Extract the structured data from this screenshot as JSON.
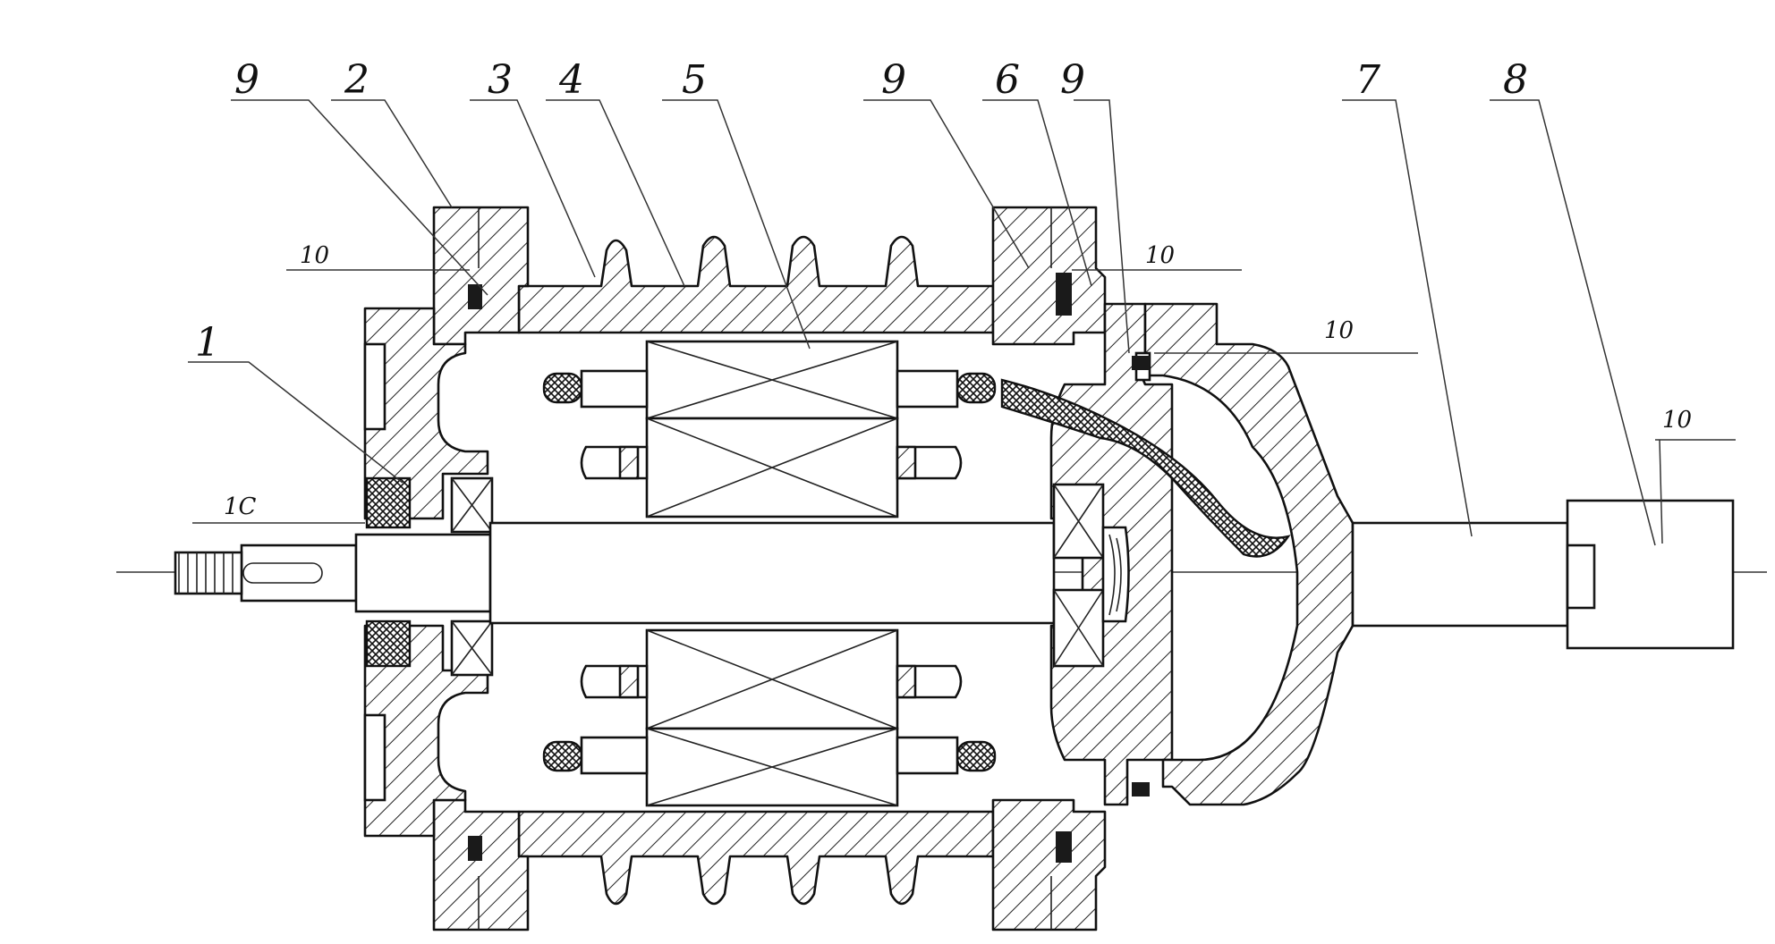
{
  "labels": {
    "l9a": "9",
    "l2": "2",
    "l3": "3",
    "l4": "4",
    "l5": "5",
    "l9b": "9",
    "l6": "6",
    "l9c": "9",
    "l7": "7",
    "l8": "8",
    "l1": "1",
    "l10a": "10",
    "l10b": "10",
    "l10c": "10",
    "l10d": "10",
    "l10e": "1C"
  }
}
